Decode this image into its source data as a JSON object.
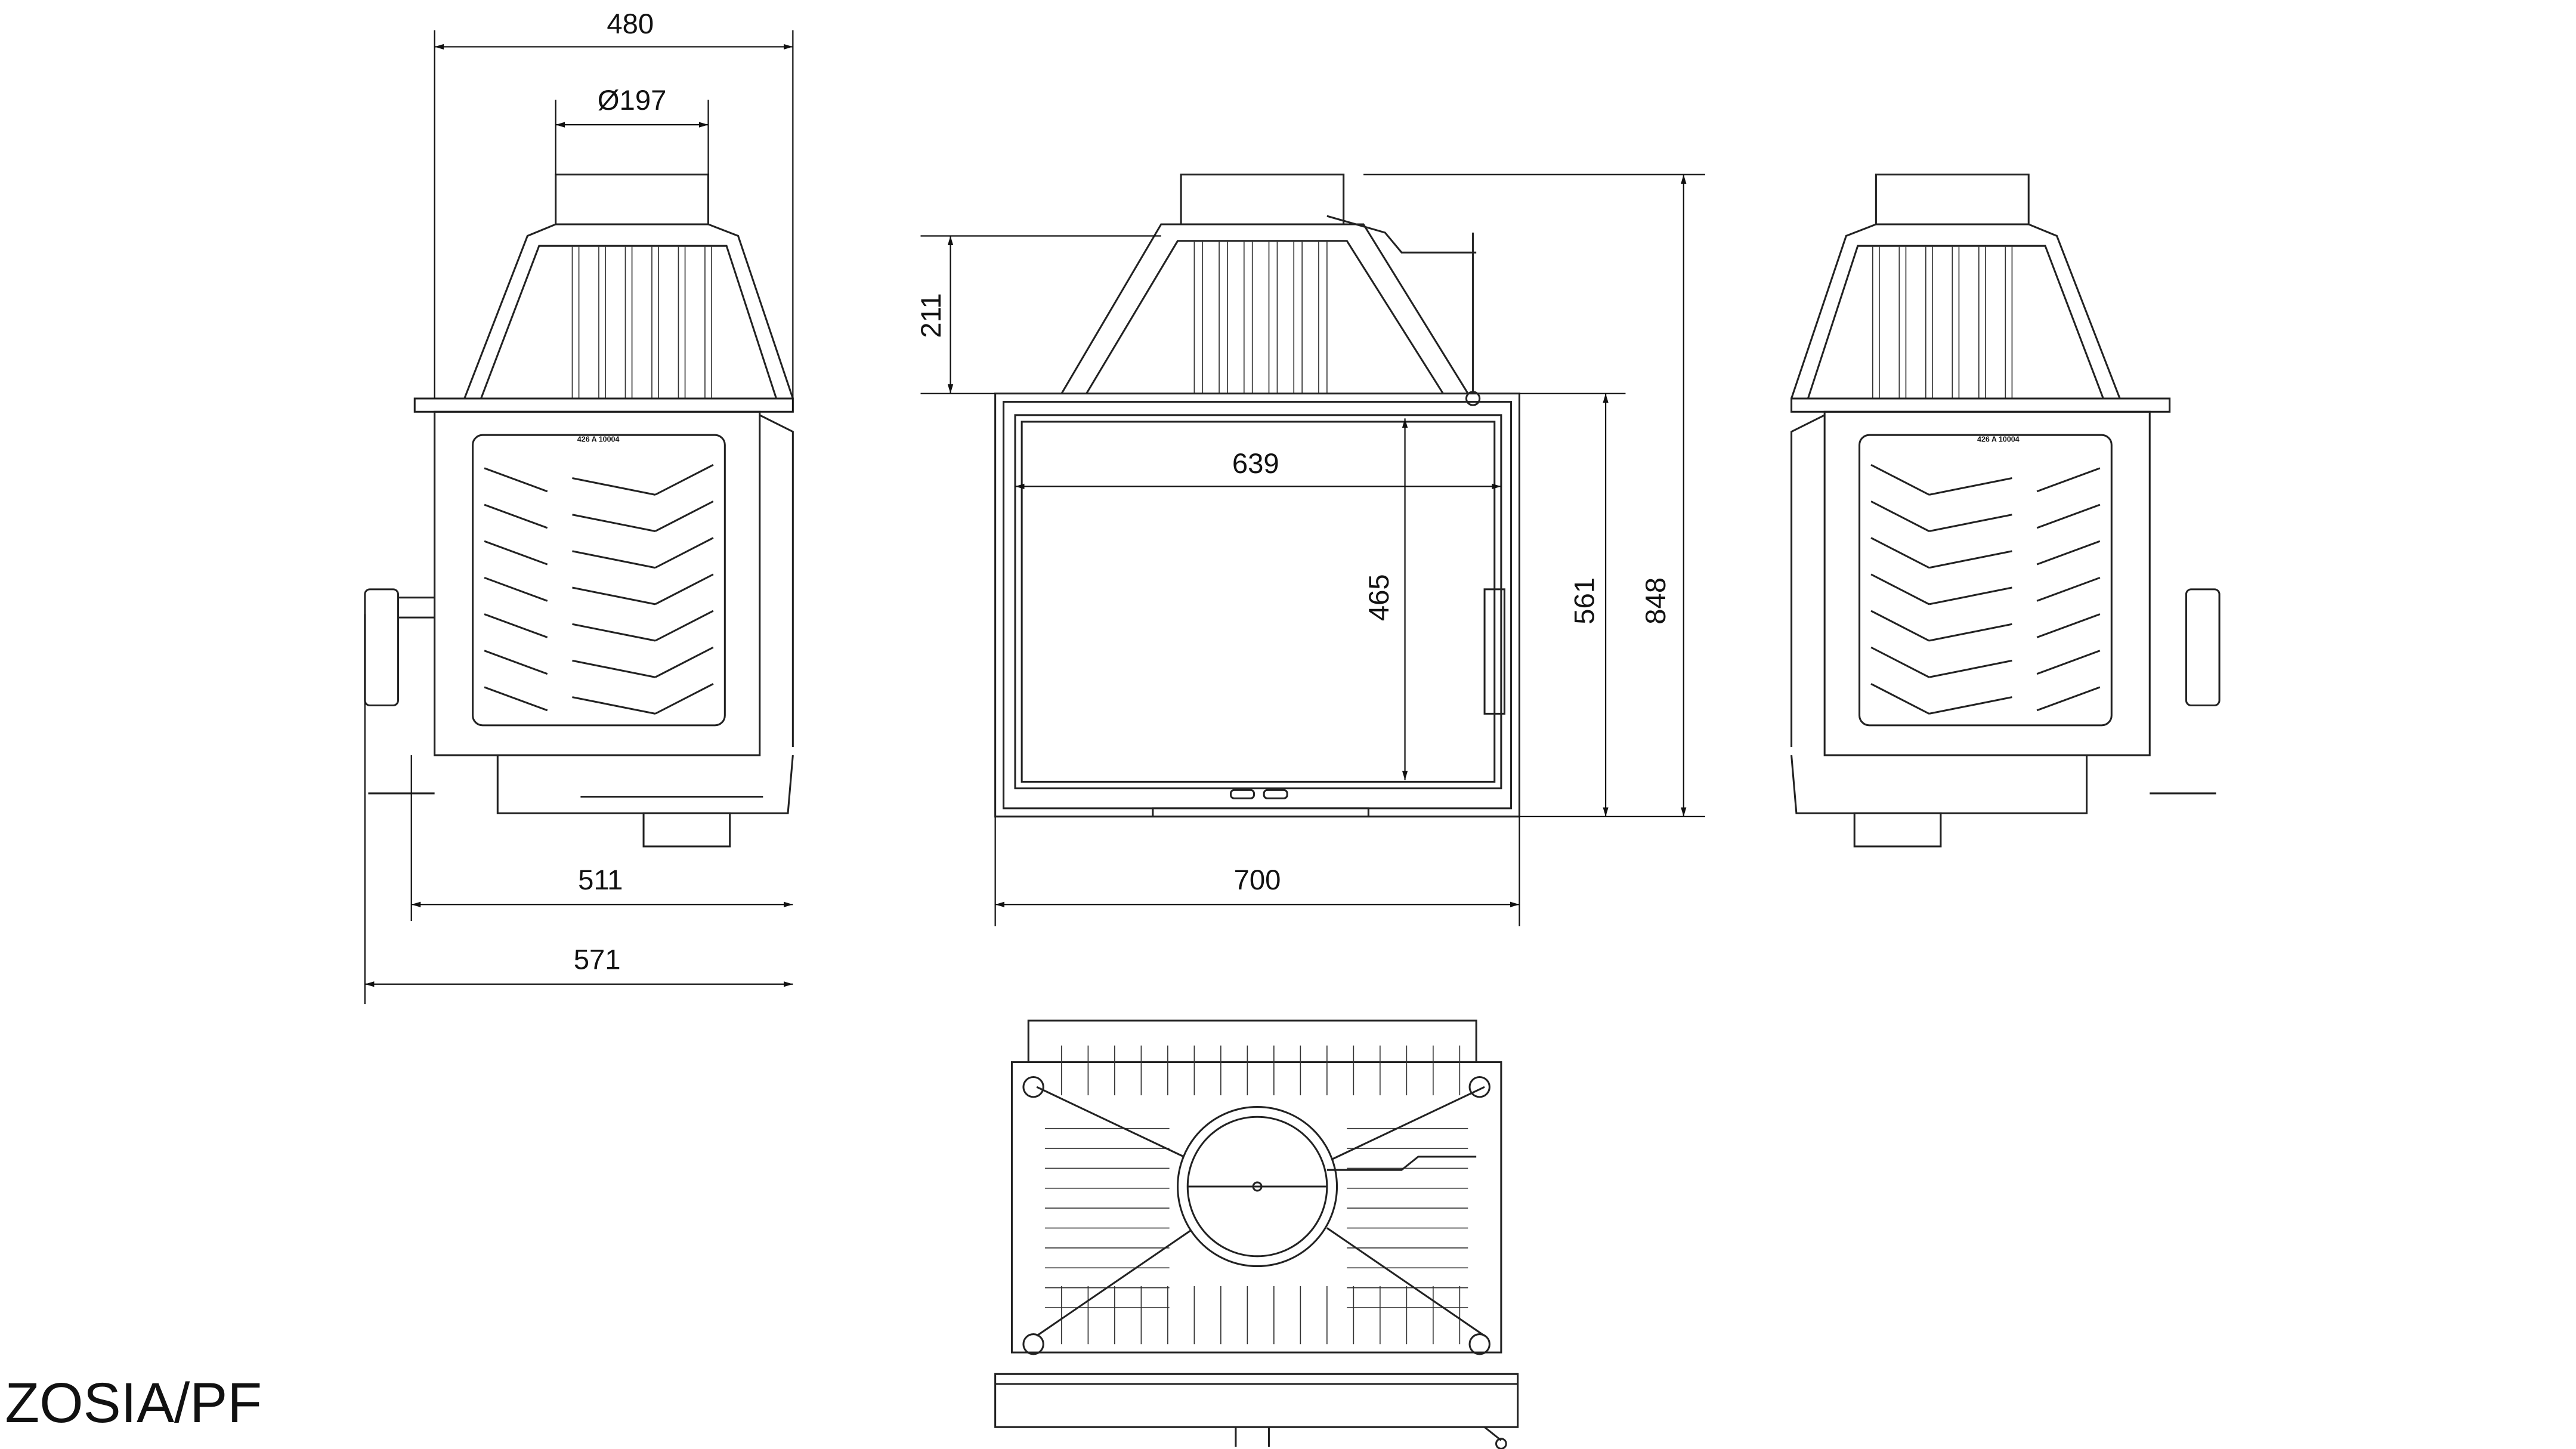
{
  "title": "ZOSIA/PF",
  "plate_code": "426 A 10004",
  "dimensions": {
    "side_width_top": "480",
    "flue_diameter": "Ø197",
    "side_depth": "511",
    "side_depth_total": "571",
    "hood_height": "211",
    "glass_width": "639",
    "glass_height": "465",
    "front_height": "561",
    "total_height": "848",
    "front_width": "700"
  }
}
